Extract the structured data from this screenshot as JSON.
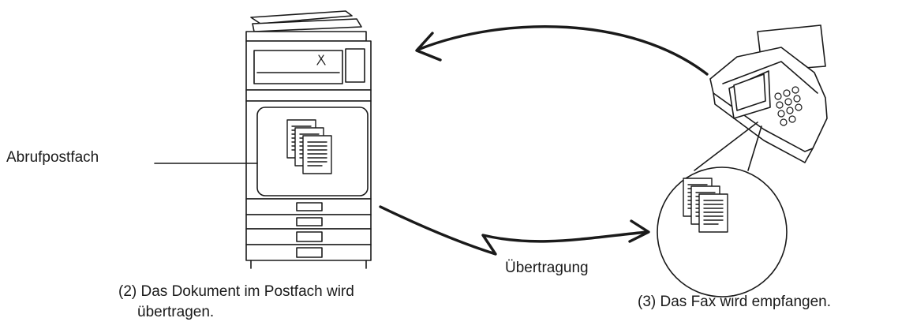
{
  "labels": {
    "mailbox": "Abrufpostfach",
    "transfer": "Übertragung",
    "step2_line1": "(2) Das Dokument im Postfach wird",
    "step2_line2": "übertragen.",
    "step3": "(3) Das Fax wird empfangen."
  },
  "icons": {
    "copier": "multifunction-printer-icon",
    "fax": "fax-machine-icon",
    "documents": "document-stack-icon"
  },
  "colors": {
    "line": "#1a1a1a",
    "background": "#ffffff"
  }
}
